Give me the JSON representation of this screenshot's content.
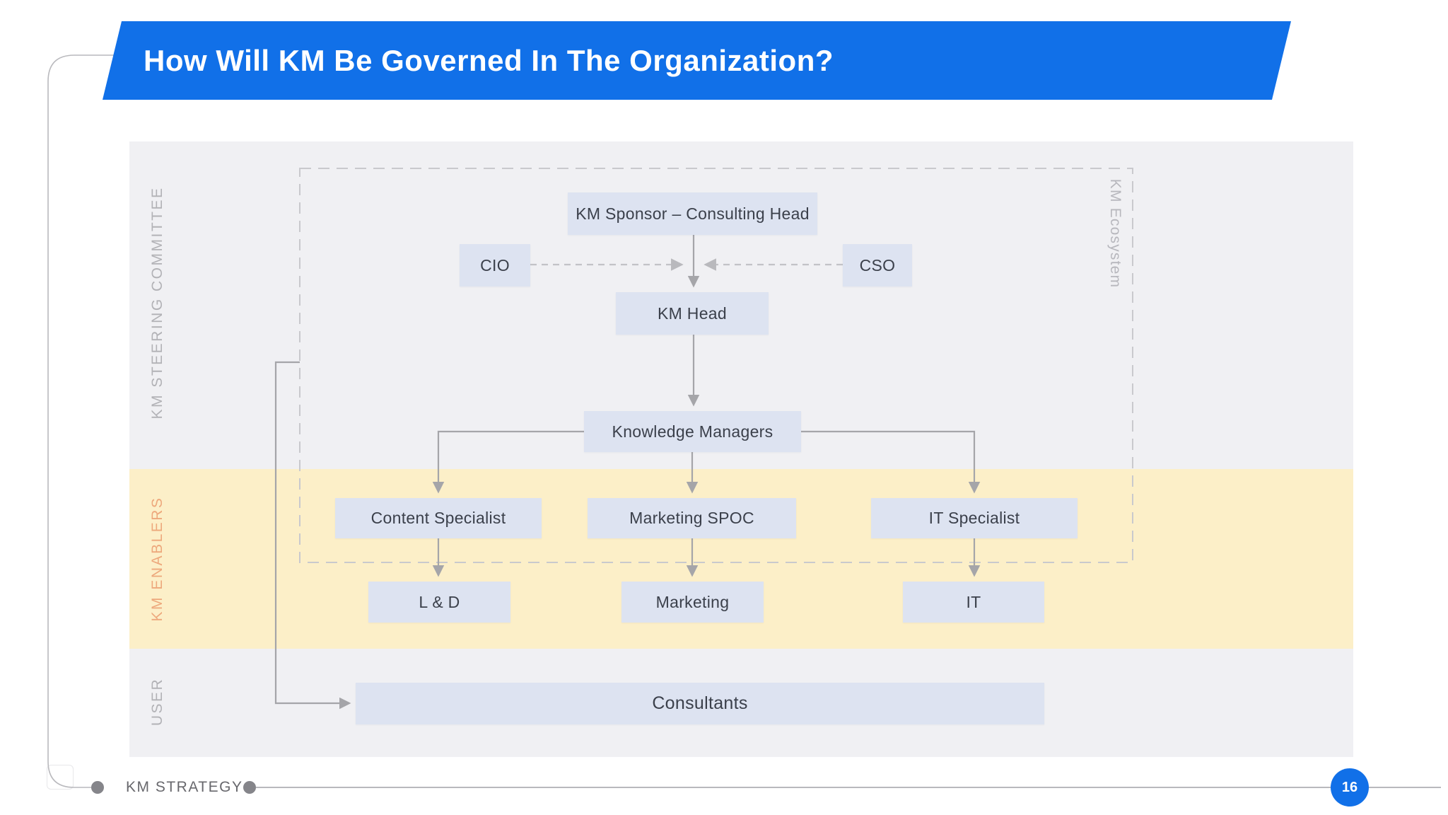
{
  "slide": {
    "title": "How Will KM Be Governed In The Organization?",
    "footer_label": "KM STRATEGY",
    "page_number": "16"
  },
  "colors": {
    "accent_blue": "#1170E8",
    "band_gray": "#F0F0F3",
    "band_yellow": "#FCEFC8",
    "node_fill": "#DDE3F1",
    "node_text": "#3B404B",
    "lane_label_gray": "#B2B2B6",
    "enablers_label_orange": "#EDA87C",
    "connector_gray": "#A5A5A9"
  },
  "diagram": {
    "lanes": [
      {
        "id": "steering",
        "label": "KM STEERING COMMITTEE"
      },
      {
        "id": "enablers",
        "label": "KM ENABLERS"
      },
      {
        "id": "user",
        "label": "USER"
      }
    ],
    "ecosystem_label": "KM Ecosystem",
    "nodes": [
      {
        "id": "km-sponsor",
        "label": "KM Sponsor – Consulting Head"
      },
      {
        "id": "cio",
        "label": "CIO"
      },
      {
        "id": "cso",
        "label": "CSO"
      },
      {
        "id": "km-head",
        "label": "KM Head"
      },
      {
        "id": "knowledge-managers",
        "label": "Knowledge Managers"
      },
      {
        "id": "content-specialist",
        "label": "Content Specialist"
      },
      {
        "id": "marketing-spoc",
        "label": "Marketing SPOC"
      },
      {
        "id": "it-specialist",
        "label": "IT Specialist"
      },
      {
        "id": "l-and-d",
        "label": "L & D"
      },
      {
        "id": "marketing",
        "label": "Marketing"
      },
      {
        "id": "it",
        "label": "IT"
      },
      {
        "id": "consultants",
        "label": "Consultants"
      }
    ]
  }
}
